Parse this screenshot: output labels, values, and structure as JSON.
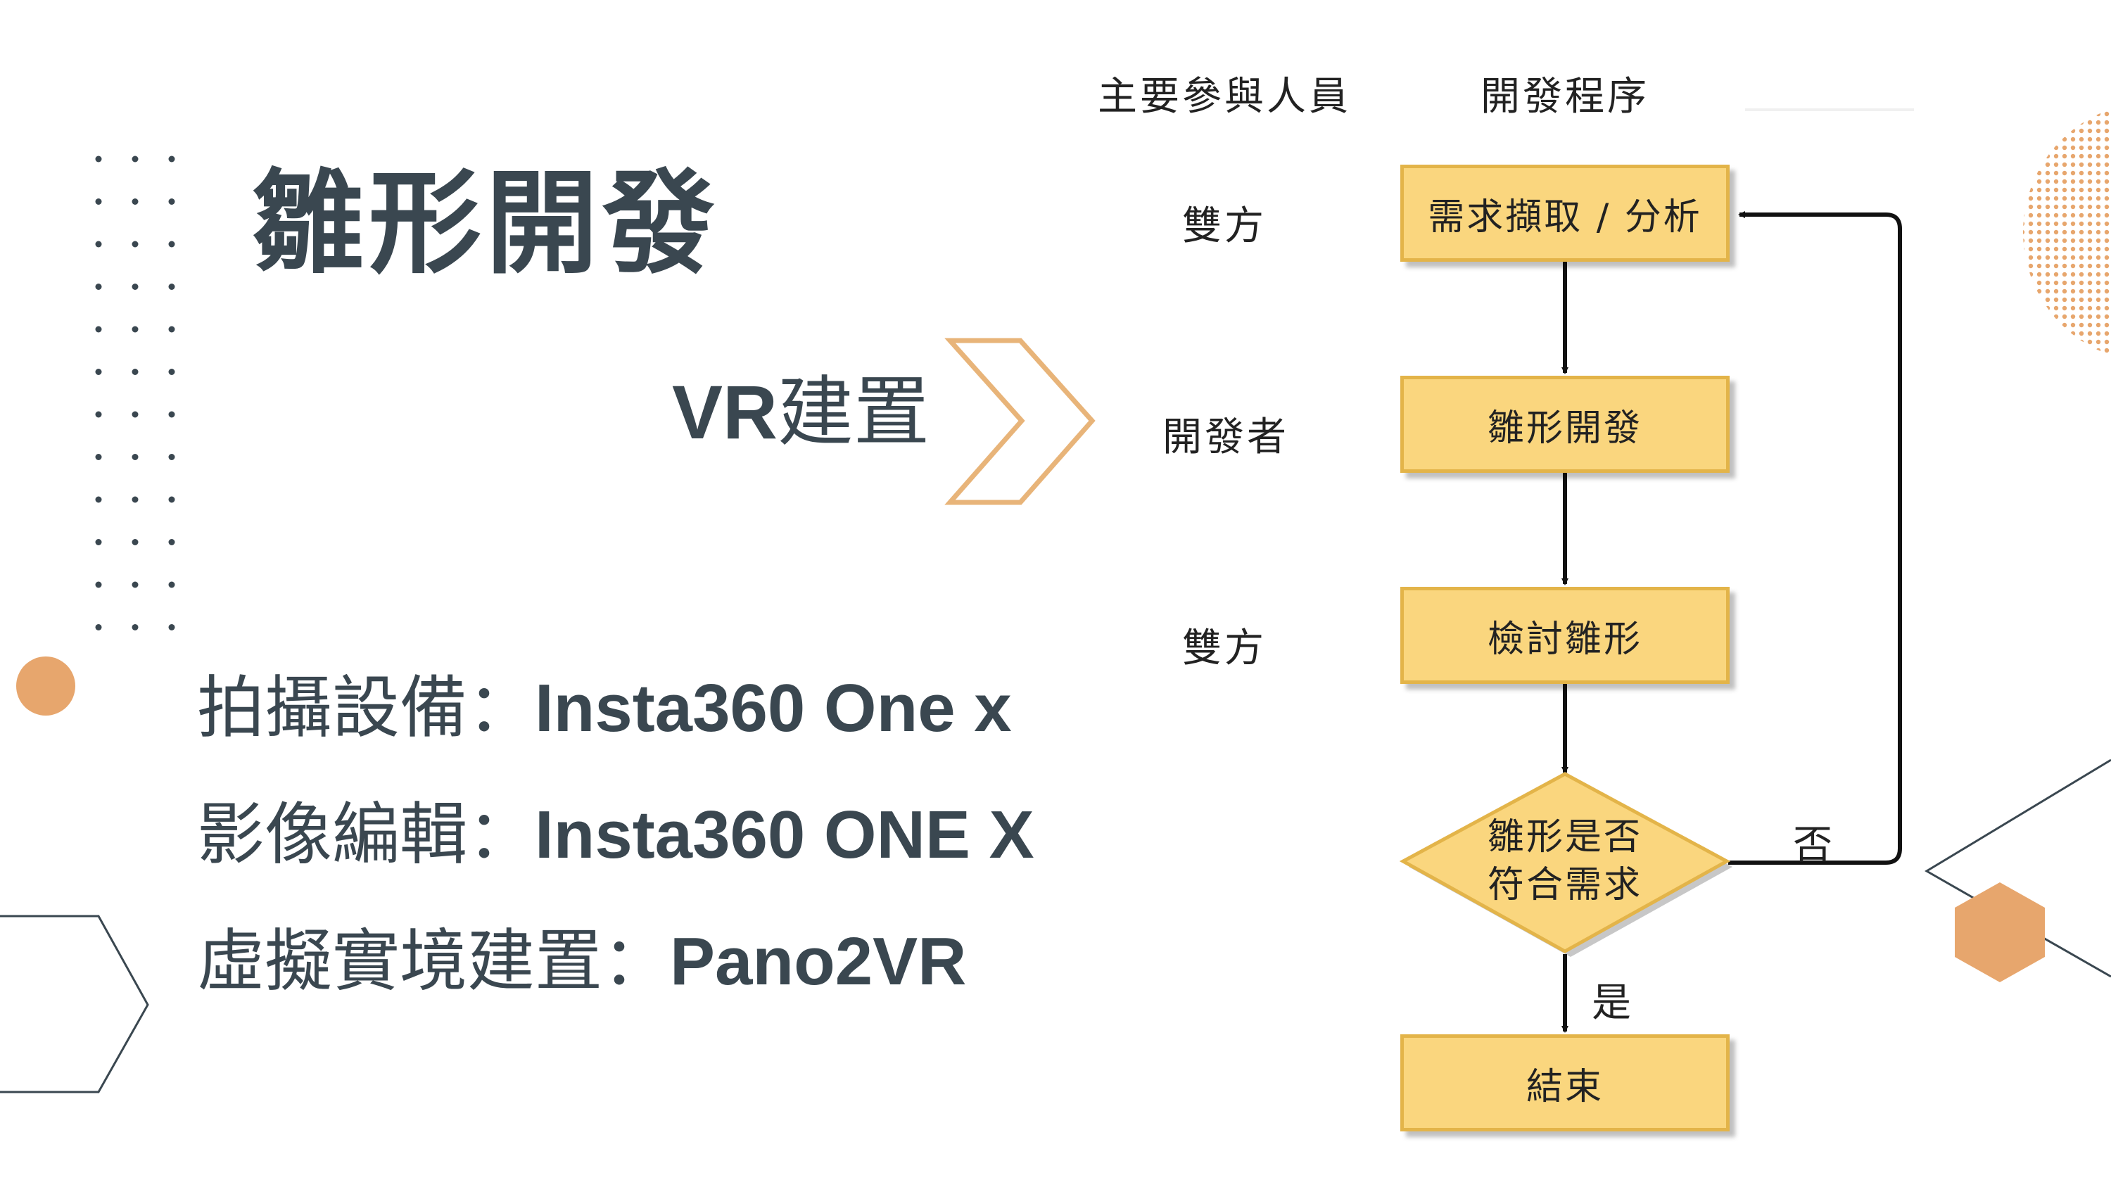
{
  "title": "雛形開發",
  "vr_label": {
    "latin": "VR",
    "cjk": "建置"
  },
  "info": [
    {
      "key": "拍攝設備：",
      "value": "Insta360 One x"
    },
    {
      "key": "影像編輯：",
      "value": "Insta360 ONE X"
    },
    {
      "key": "虛擬實境建置：",
      "value": "Pano2VR"
    }
  ],
  "diagram": {
    "col_headers": {
      "participants": "主要參與人員",
      "process": "開發程序"
    },
    "roles": [
      "雙方",
      "開發者",
      "雙方"
    ],
    "nodes": {
      "requirements": "需求擷取 / 分析",
      "prototype_dev": "雛形開發",
      "review": "檢討雛形",
      "decision_line1": "雛形是否",
      "decision_line2": "符合需求",
      "end": "結束"
    },
    "edge_labels": {
      "no": "否",
      "yes": "是"
    }
  },
  "colors": {
    "accent_orange": "#e7a66d",
    "chevron_orange": "#e8b479",
    "node_fill": "#fad67e",
    "node_border": "#e3b449",
    "text_dark": "#3a4750"
  },
  "icons": [
    "chevron-right-icon",
    "dot-grid-icon",
    "circle-icon",
    "hexagon-icon",
    "halftone-circle-icon"
  ]
}
